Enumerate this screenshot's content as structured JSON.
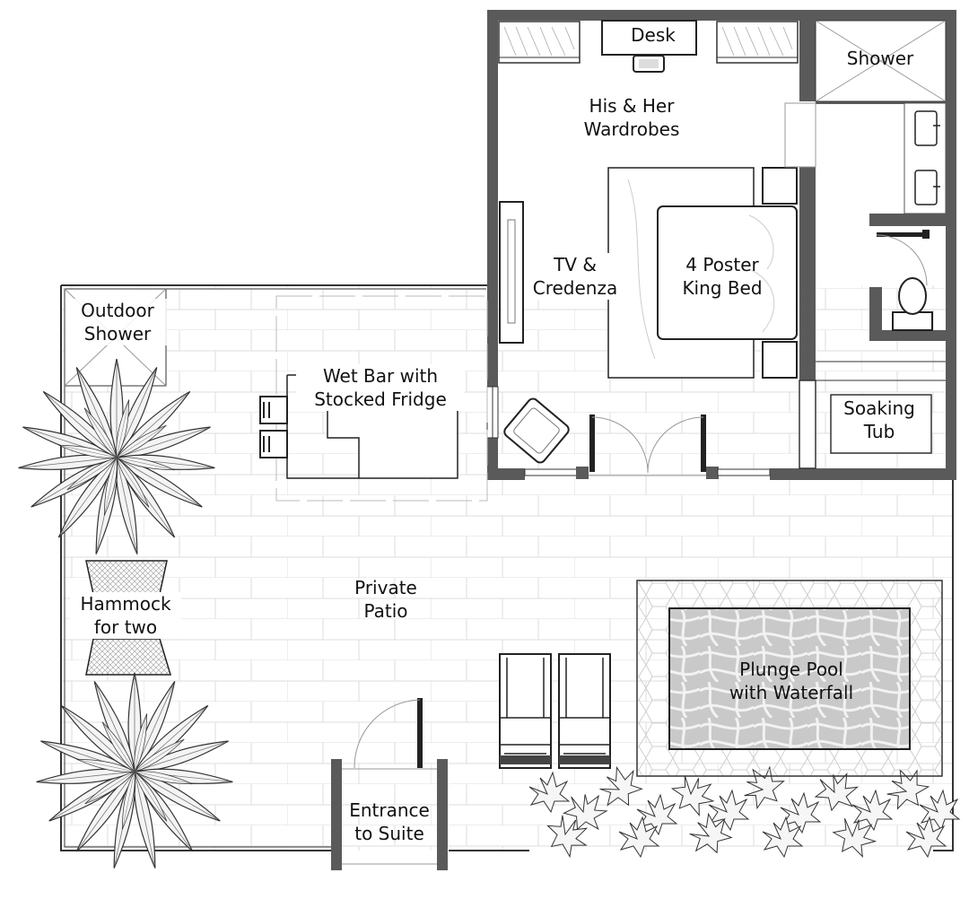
{
  "colors": {
    "wall": "#5a5a5a",
    "line": "#333333",
    "light_line": "#bfbfbf",
    "paving": "#d9d9d9",
    "water": "#cfcfcf",
    "plant_fill": "#f4f4f4"
  },
  "labels": {
    "desk": "Desk",
    "shower": "Shower",
    "wardrobes": [
      "His & Her",
      "Wardrobes"
    ],
    "tv": [
      "TV &",
      "Credenza"
    ],
    "bed": [
      "4 Poster",
      "King Bed"
    ],
    "outdoor_shower": [
      "Outdoor",
      "Shower"
    ],
    "wet_bar": [
      "Wet Bar with",
      "Stocked Fridge"
    ],
    "soaking_tub": [
      "Soaking",
      "Tub"
    ],
    "hammock": [
      "Hammock",
      "for two"
    ],
    "patio": [
      "Private",
      "Patio"
    ],
    "pool": [
      "Plunge Pool",
      "with Waterfall"
    ],
    "entrance": [
      "Entrance",
      "to Suite"
    ]
  },
  "icons": [
    "palm-plant-icon",
    "tropical-shrub-icon",
    "toilet-icon",
    "sink-icon",
    "lounge-chair-icon",
    "armchair-icon",
    "door-swing-icon"
  ]
}
